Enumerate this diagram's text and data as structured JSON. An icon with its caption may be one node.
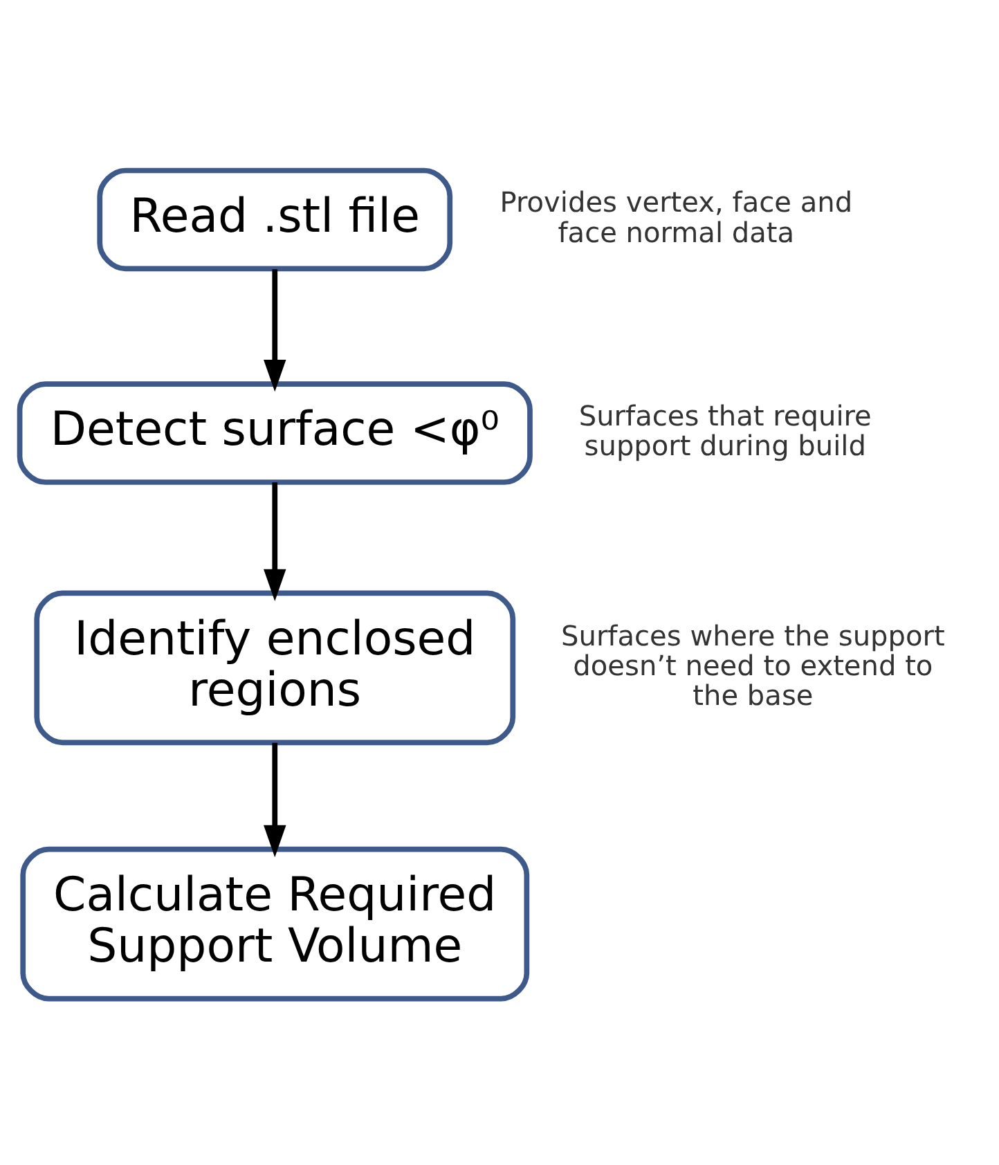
{
  "diagram": {
    "nodes": [
      {
        "text": [
          "Read .stl file"
        ],
        "beside": [
          "Provides vertex, face and face normal data"
        ]
      },
      {
        "text": [
          "Detect surface <φ⁰"
        ],
        "beside": [
          "Surfaces that require support during build"
        ]
      },
      {
        "text": [
          "Identify enclosed regions"
        ],
        "beside": [
          "Surfaces where the support doesn’t need to extend to the base"
        ]
      },
      {
        "text": [
          "Calculate Required Support Volume"
        ]
      }
    ],
    "edges": [
      {
        "from": 0,
        "to": 1,
        "arrow": "to"
      },
      {
        "from": 1,
        "to": 2,
        "arrow": "to"
      },
      {
        "from": 2,
        "to": 3,
        "arrow": "to"
      }
    ]
  }
}
